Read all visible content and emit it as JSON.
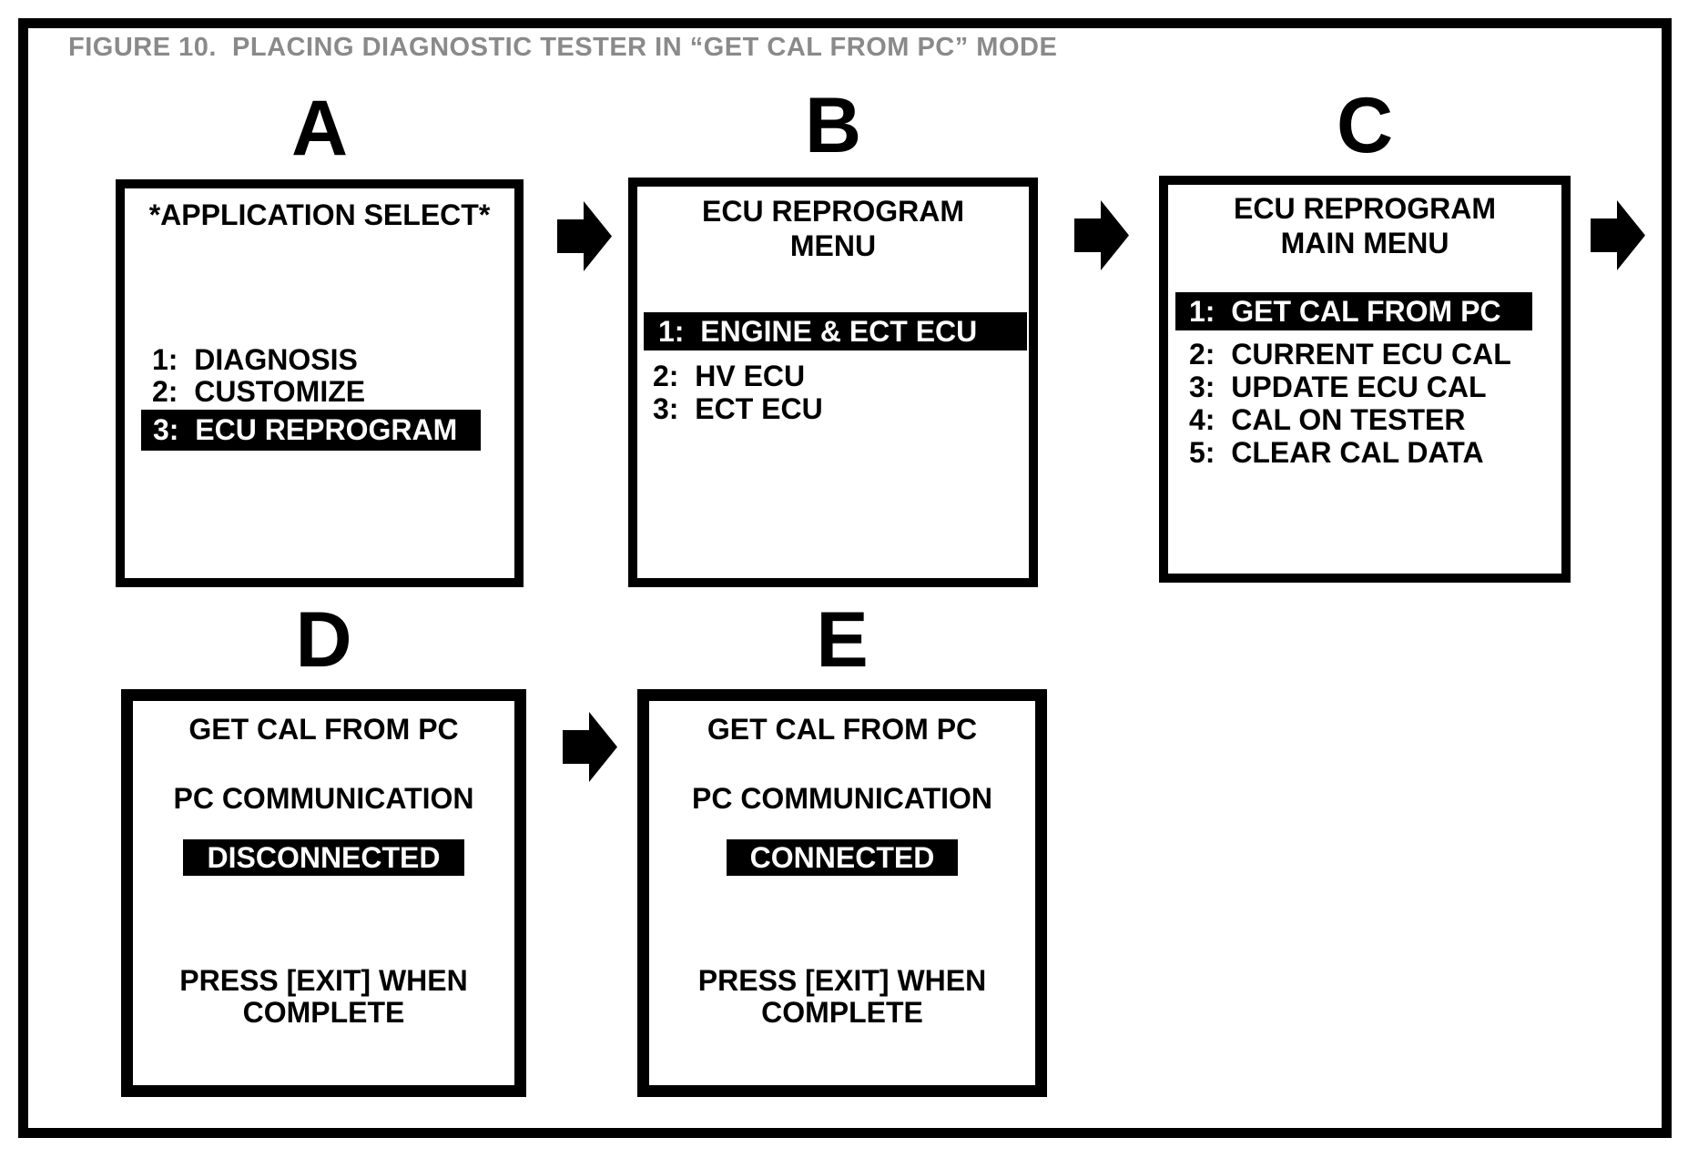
{
  "figure": {
    "title": "FIGURE 10.  PLACING DIAGNOSTIC TESTER IN “GET CAL FROM PC” MODE"
  },
  "colors": {
    "ink": "#000000",
    "paper": "#ffffff",
    "figure_title_gray": "#8a8a8a",
    "highlight_bg": "#000000",
    "highlight_fg": "#ffffff"
  },
  "icons": {
    "flow_arrow": "right-block-arrow-icon"
  },
  "screens": {
    "a": {
      "label": "A",
      "title": "*APPLICATION SELECT*",
      "items": [
        {
          "text": "1:  DIAGNOSIS",
          "highlighted": false
        },
        {
          "text": "2:  CUSTOMIZE",
          "highlighted": false
        },
        {
          "text": "3:  ECU REPROGRAM",
          "highlighted": true
        }
      ]
    },
    "b": {
      "label": "B",
      "title_line1": "ECU REPROGRAM",
      "title_line2": "MENU",
      "items": [
        {
          "text": "1:  ENGINE & ECT ECU",
          "highlighted": true
        },
        {
          "text": "2:  HV ECU",
          "highlighted": false
        },
        {
          "text": "3:  ECT ECU",
          "highlighted": false
        }
      ]
    },
    "c": {
      "label": "C",
      "title_line1": "ECU REPROGRAM",
      "title_line2": "MAIN MENU",
      "items": [
        {
          "text": "1:  GET CAL FROM PC",
          "highlighted": true
        },
        {
          "text": "2:  CURRENT ECU CAL",
          "highlighted": false
        },
        {
          "text": "3:  UPDATE ECU CAL",
          "highlighted": false
        },
        {
          "text": "4:  CAL ON TESTER",
          "highlighted": false
        },
        {
          "text": "5:  CLEAR CAL DATA",
          "highlighted": false
        }
      ]
    },
    "d": {
      "label": "D",
      "line1": "GET CAL FROM PC",
      "line2": "PC COMMUNICATION",
      "status": "DISCONNECTED",
      "status_highlighted": true,
      "footer_line1": "PRESS [EXIT] WHEN",
      "footer_line2": "COMPLETE"
    },
    "e": {
      "label": "E",
      "line1": "GET CAL FROM PC",
      "line2": "PC COMMUNICATION",
      "status": "CONNECTED",
      "status_highlighted": true,
      "footer_line1": "PRESS [EXIT] WHEN",
      "footer_line2": "COMPLETE"
    }
  }
}
